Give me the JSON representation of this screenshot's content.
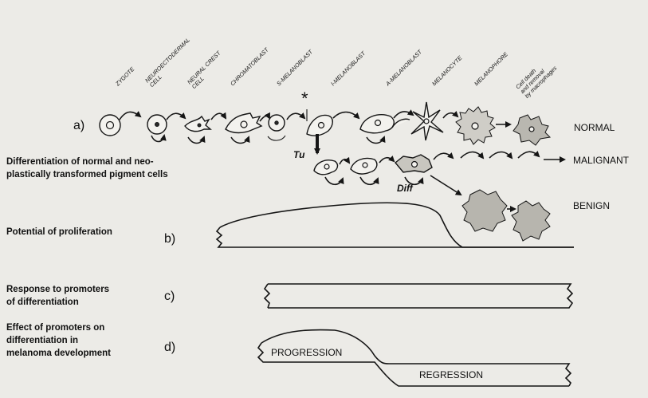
{
  "stages": [
    "ZYGOTE",
    "NEUROECTODERMAL CELL",
    "NEURAL CREST CELL",
    "CHROMATOBLAST",
    "S-MELANOBLAST",
    "I-MELANOBLAST",
    "A-MELANOBLAST",
    "MELANOCYTE",
    "MELANOPHORE",
    "Cell death and removal by macrophages"
  ],
  "asterisk": "*",
  "row_a_label": "a)",
  "states": {
    "normal": "NORMAL",
    "malignant": "MALIGNANT",
    "benign": "BENIGN"
  },
  "tags": {
    "tu": "Tu",
    "diff": "Diff"
  },
  "descriptions": {
    "differentiation": [
      "Differentiation of normal and neo-",
      "plastically transformed pigment cells"
    ],
    "proliferation": [
      "Potential of proliferation"
    ],
    "response": [
      "Response to promoters",
      "of differentiation"
    ],
    "effect": [
      "Effect of promoters on",
      "differentiation in",
      "melanoma development"
    ]
  },
  "panel_letters": {
    "b": "b)",
    "c": "c)",
    "d": "d)"
  },
  "panel_d": {
    "progression": "PROGRESSION",
    "regression": "REGRESSION"
  }
}
